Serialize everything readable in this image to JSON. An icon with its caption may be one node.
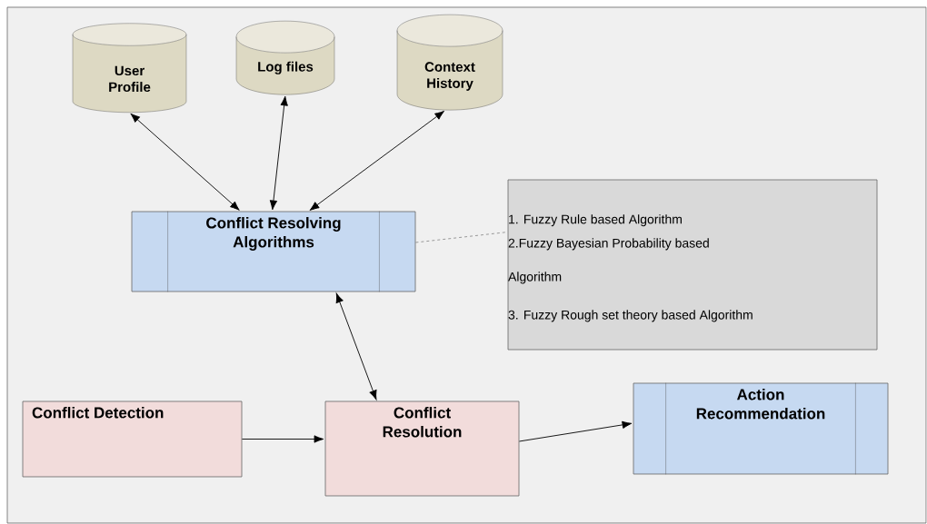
{
  "diagram": {
    "nodes": [
      {
        "text": [
          "User Profile"
        ]
      },
      {
        "text": [
          "Log files"
        ]
      },
      {
        "text": [
          "Context History"
        ]
      },
      {
        "text": [
          "Conflict Resolving Algorithms"
        ]
      },
      {
        "text": [
          "1. Fuzzy Rule based Algorithm",
          "2.Fuzzy  Bayesian Probability based Algorithm",
          "3. Fuzzy Rough set theory based Algorithm"
        ]
      },
      {
        "text": [
          "Conflict Detection"
        ]
      },
      {
        "text": [
          "Conflict Resolution"
        ]
      },
      {
        "text": [
          "Action Recommendation"
        ]
      }
    ],
    "edges": [
      {
        "from": 0,
        "to": 3,
        "arrow": "both"
      },
      {
        "from": 1,
        "to": 3,
        "arrow": "both"
      },
      {
        "from": 2,
        "to": 3,
        "arrow": "both"
      },
      {
        "from": 3,
        "to": 4,
        "arrow": "none",
        "style": "dashed",
        "color": "#737373"
      },
      {
        "from": 3,
        "to": 6,
        "arrow": "both"
      },
      {
        "from": 5,
        "to": 6,
        "arrow": "to"
      },
      {
        "from": 6,
        "to": 7,
        "arrow": "to"
      }
    ]
  }
}
